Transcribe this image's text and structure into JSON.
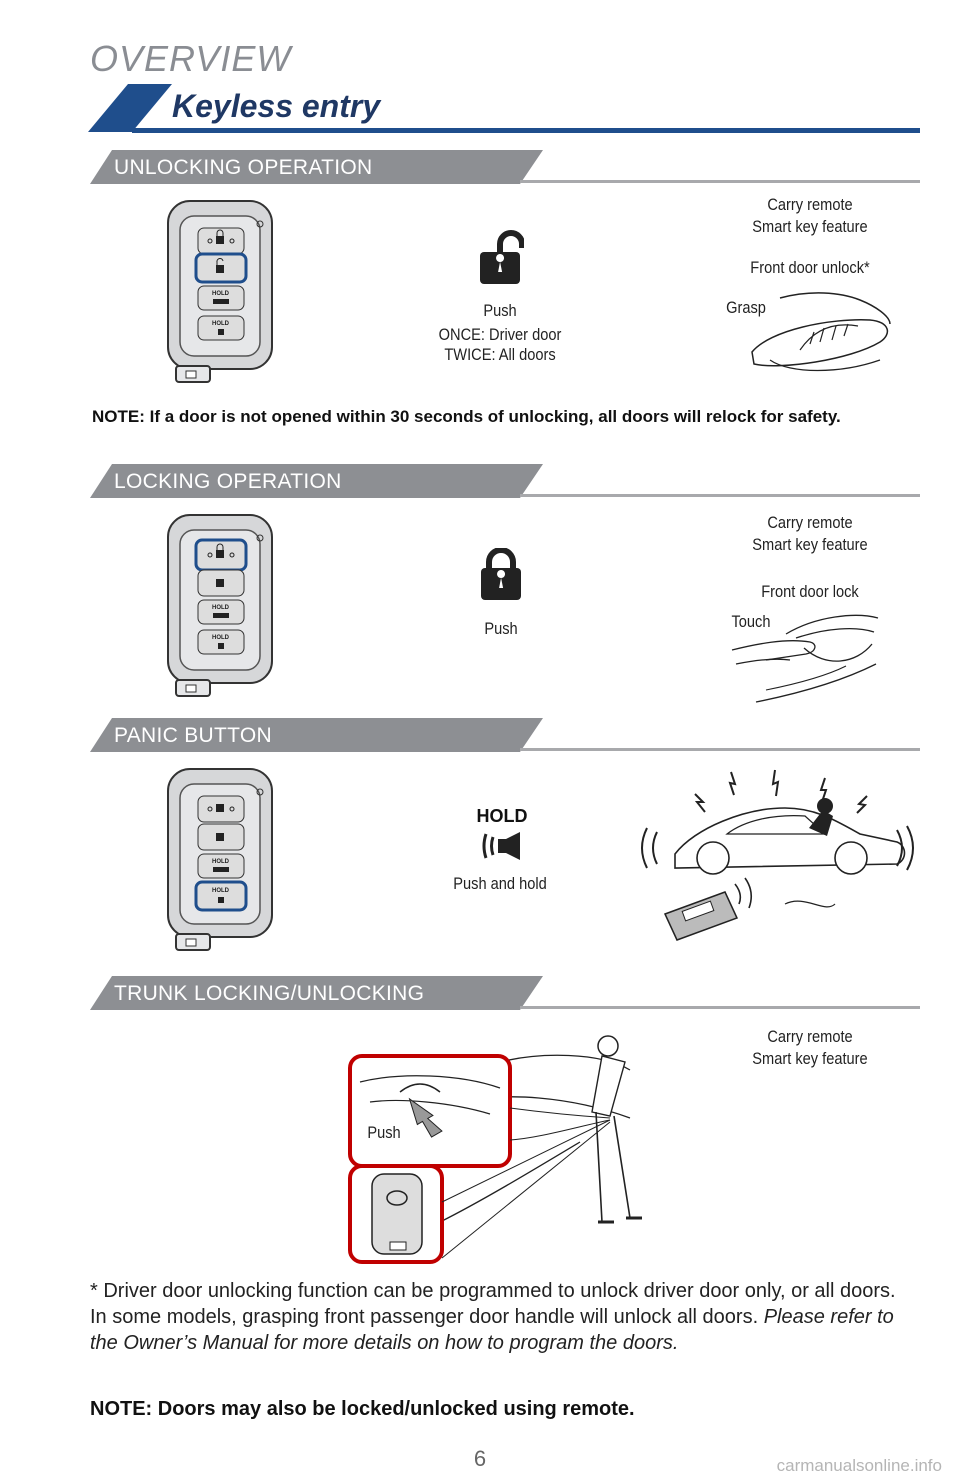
{
  "header": {
    "section": "OVERVIEW",
    "title": "Keyless entry",
    "accent_color": "#1f4e8c"
  },
  "unlocking": {
    "band": "UNLOCKING OPERATION",
    "push": "Push",
    "once": "ONCE: Driver door",
    "twice": "TWICE: All doors",
    "carry_line1": "Carry remote",
    "carry_line2": "Smart key feature",
    "front": "Front door unlock*",
    "grasp": "Grasp",
    "note": "NOTE: If a door is not opened within 30 seconds of unlocking, all doors will relock for safety."
  },
  "locking": {
    "band": "LOCKING OPERATION",
    "push": "Push",
    "carry_line1": "Carry remote",
    "carry_line2": "Smart key feature",
    "front": "Front door lock",
    "touch": "Touch"
  },
  "panic": {
    "band": "PANIC BUTTON",
    "hold": "HOLD",
    "push_hold": "Push and hold"
  },
  "trunk": {
    "band": "TRUNK LOCKING/UNLOCKING",
    "carry_line1": "Carry remote",
    "carry_line2": "Smart key feature",
    "push": "Push"
  },
  "footnote": {
    "text": "* Driver door unlocking function can be programmed to unlock driver door only, or all doors. In some models, grasping front passenger door handle will unlock all doors. ",
    "italic": "Please refer to the Owner’s Manual for more details on how to program the doors.",
    "note": "NOTE: Doors may also be locked/unlocked using remote."
  },
  "fob": {
    "hold_label": "HOLD"
  },
  "page_number": "6",
  "watermark": "carmanualsonline.info"
}
